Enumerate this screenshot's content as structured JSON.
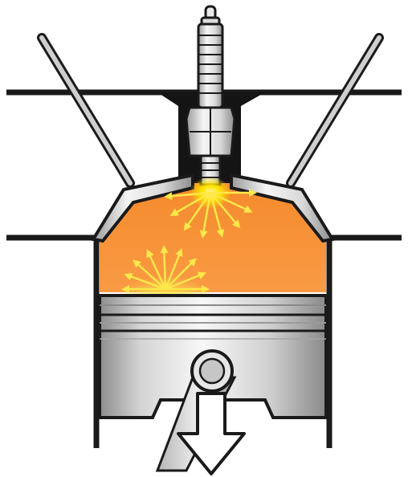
{
  "diagram": {
    "subject": "",
    "parts": {
      "spark_plug": "spark-plug",
      "intake_valve": "intake-valve",
      "exhaust_valve": "exhaust-valve",
      "combustion_chamber": "combustion-chamber",
      "piston": "piston",
      "piston_pin": "piston-pin",
      "connecting_rod": "connecting-rod",
      "motion_arrow": "arrow-down-icon"
    },
    "colors": {
      "combustion_gas": "#f7892f",
      "spark_glow": "#ffe400",
      "flame_arrows": "#ffe84a",
      "metal_light": "#f2f2f2",
      "metal_mid": "#c8c8c8",
      "metal_dark": "#7a7a7a",
      "outline": "#1a1a1a",
      "background": "#ffffff"
    }
  }
}
